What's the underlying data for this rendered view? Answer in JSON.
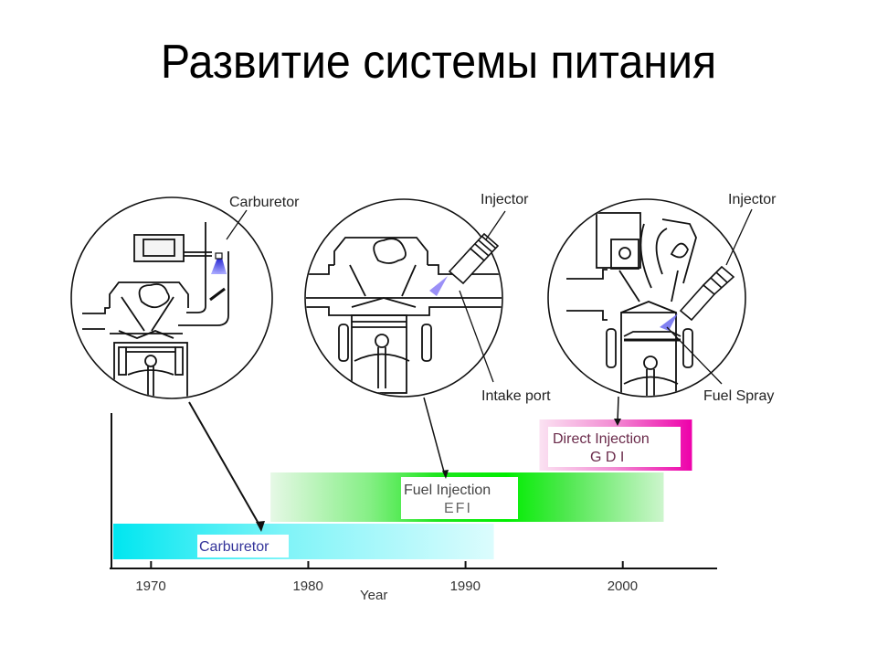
{
  "slide": {
    "title": "Развитие системы питания"
  },
  "diagrams": {
    "carburetor": {
      "callout": "Carburetor",
      "spray_color": "#3a3adf"
    },
    "port_injection": {
      "callouts": [
        "Injector",
        "Intake port"
      ],
      "spray_color": "#7a6cf0"
    },
    "direct_injection": {
      "callouts": [
        "Injector",
        "Fuel Spray"
      ],
      "spray_color": "#6a6aee"
    }
  },
  "timeline": {
    "axis_label": "Year",
    "ticks": [
      "1970",
      "1980",
      "1990",
      "2000"
    ],
    "tick_years": [
      1970,
      1980,
      1990,
      2000
    ],
    "axis_range": [
      1967.6,
      2006
    ],
    "bars": [
      {
        "id": "carburetor",
        "label_lines": [
          "Carburetor"
        ],
        "start": 1967.6,
        "end": 1991.8,
        "color": "#00e8f0",
        "text_color": "#33339a",
        "fade": "right"
      },
      {
        "id": "efi",
        "label_lines": [
          "Fuel Injection",
          "EFI"
        ],
        "start": 1977.6,
        "end": 2002.6,
        "color": "#00ee00",
        "text_color": "#444444",
        "fade": "both"
      },
      {
        "id": "gdi",
        "label_lines": [
          "Direct Injection",
          "G D I"
        ],
        "start": 1994.7,
        "end": 2004.4,
        "color": "#ee00aa",
        "text_color": "#6a2a4a",
        "fade": "left"
      }
    ]
  }
}
